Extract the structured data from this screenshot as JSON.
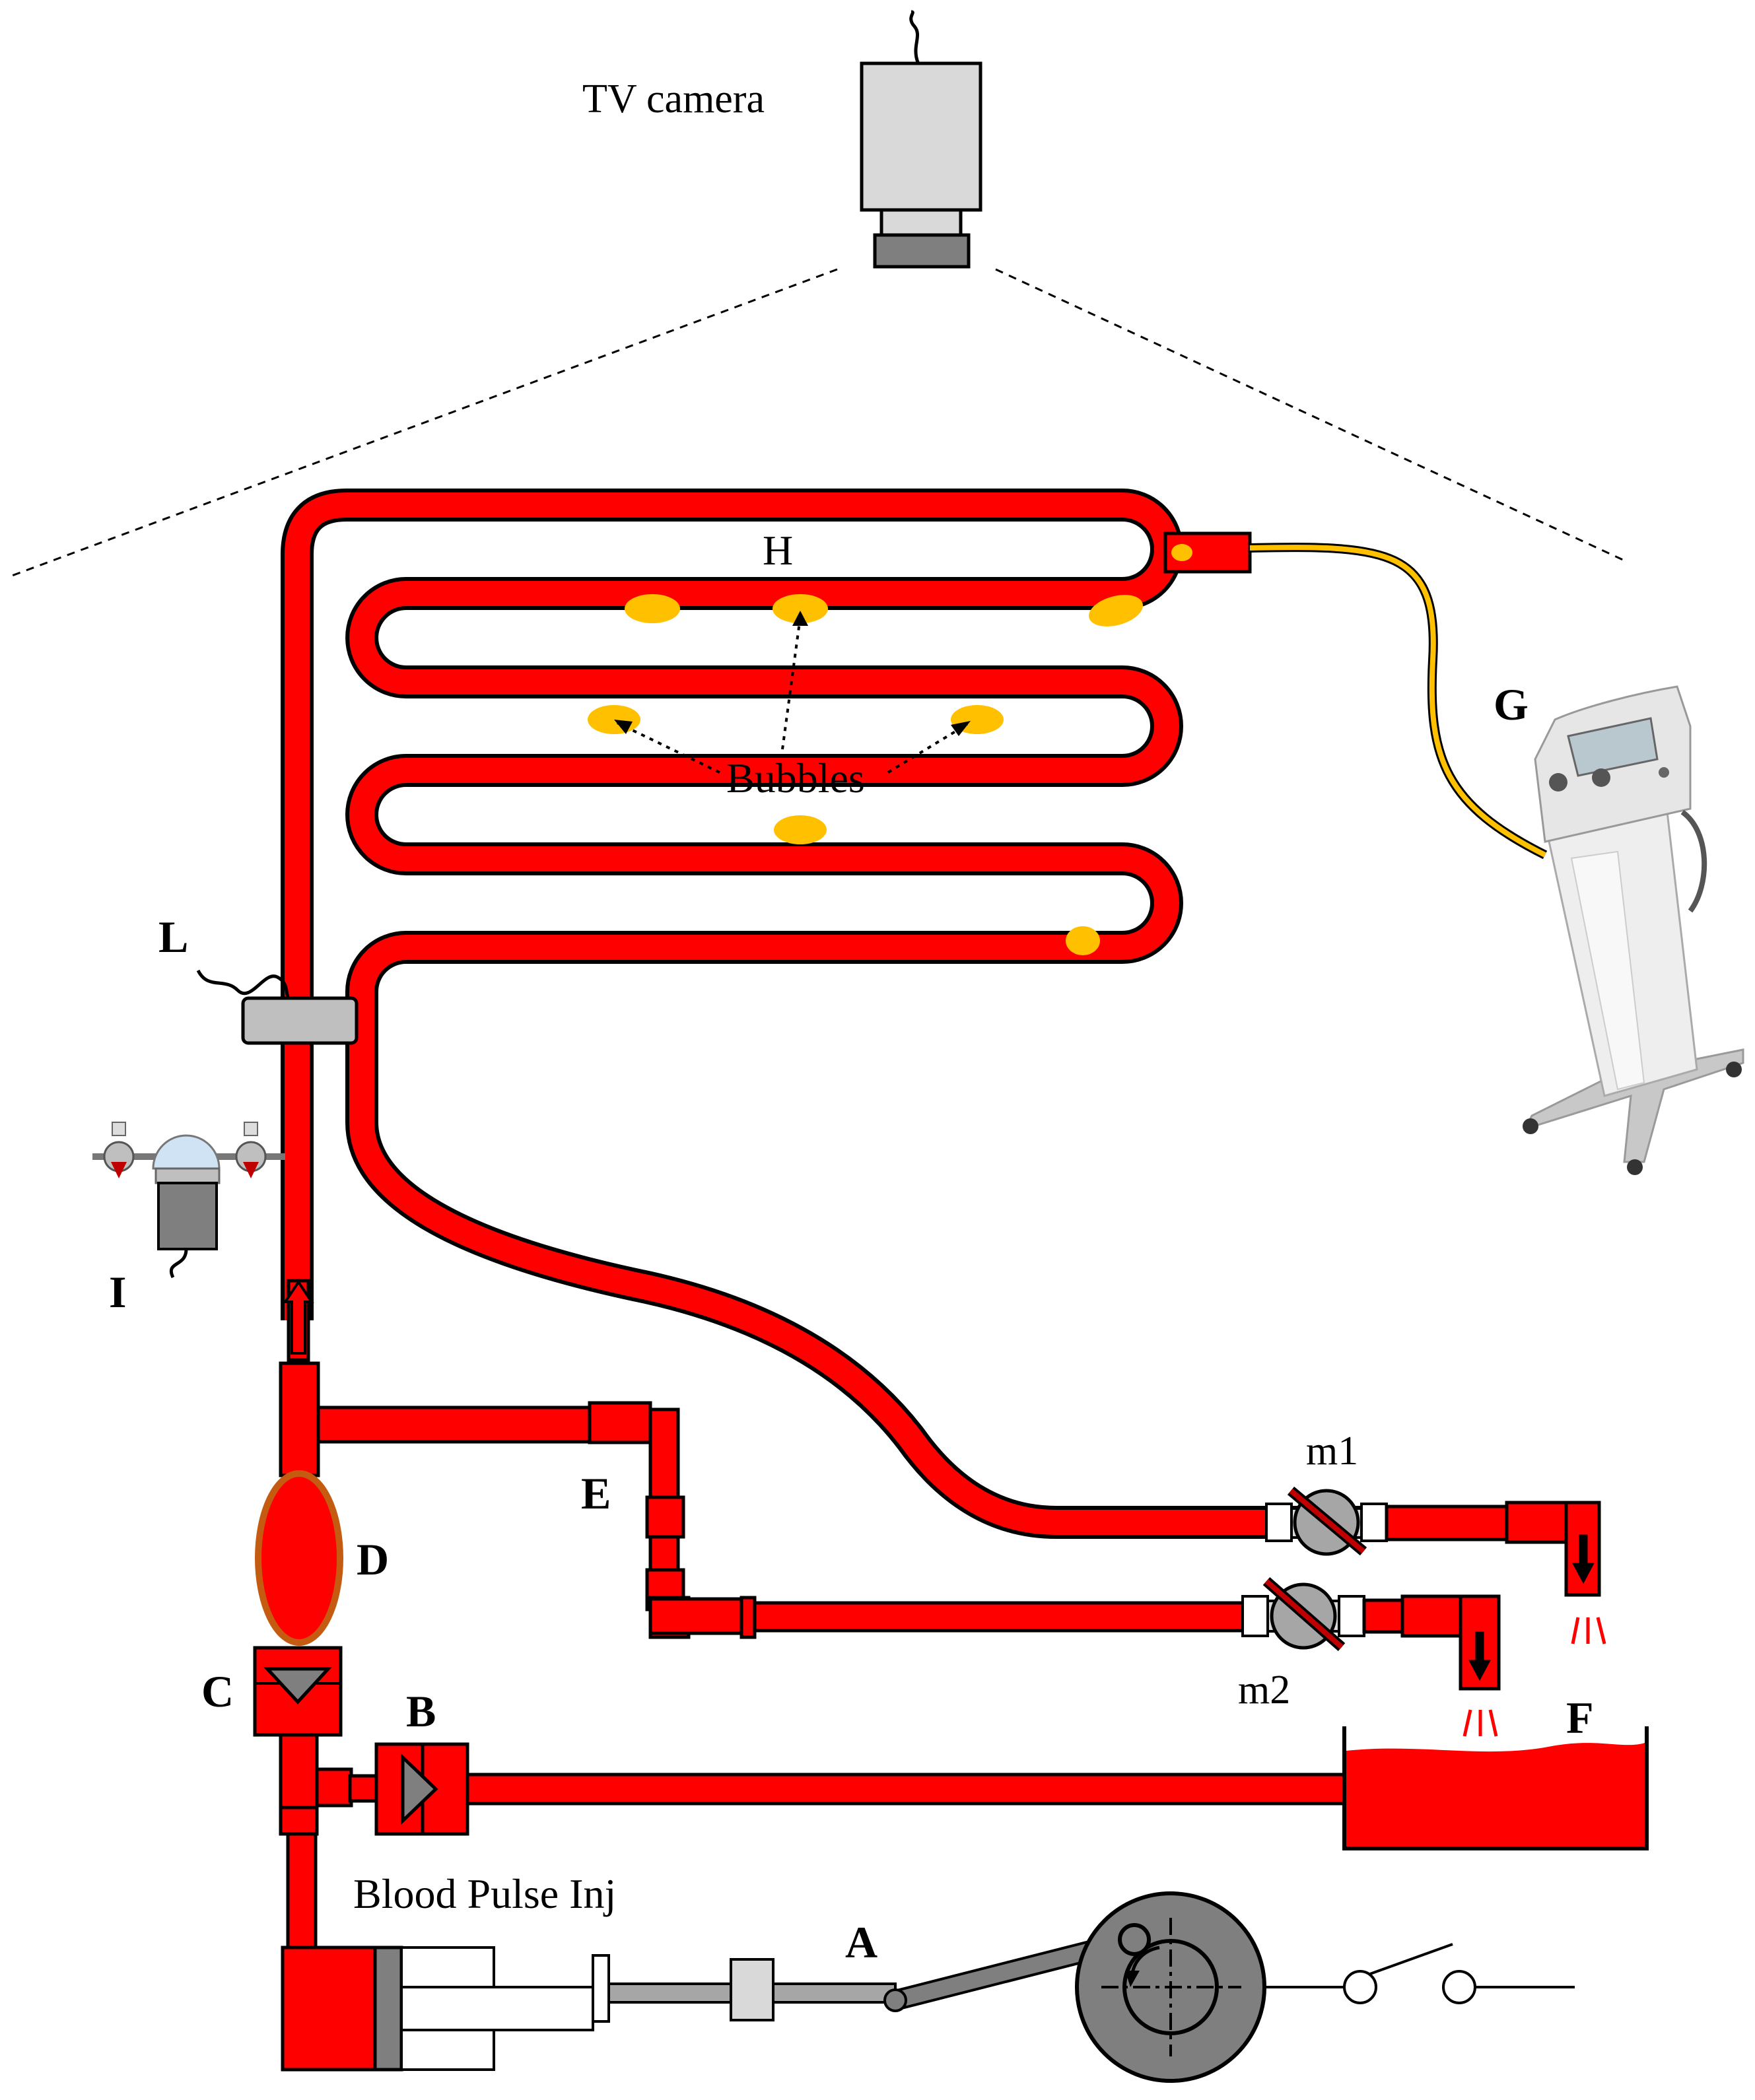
{
  "labels": {
    "camera": "TV camera",
    "H": "H",
    "bubbles": "Bubbles",
    "G": "G",
    "L": "L",
    "I": "I",
    "E": "E",
    "D": "D",
    "C": "C",
    "B": "B",
    "F": "F",
    "A": "A",
    "m1": "m1",
    "m2": "m2",
    "pulse": "Blood Pulse Inj"
  },
  "colors": {
    "blood": "#ff0000",
    "bubble": "#ffc000",
    "cable": "#ffc000",
    "device_gray": "#d9d9d9",
    "dark_gray": "#7f7f7f",
    "outline": "#000000",
    "balloon_rim": "#c55a11"
  },
  "icons": {
    "camera": "tv-camera-icon",
    "ultrasound_machine": "ultrasound-device-icon",
    "valve": "ball-valve-icon",
    "check_valve": "check-valve-icon",
    "motor": "motor-wheel-icon",
    "switch": "switch-icon"
  }
}
